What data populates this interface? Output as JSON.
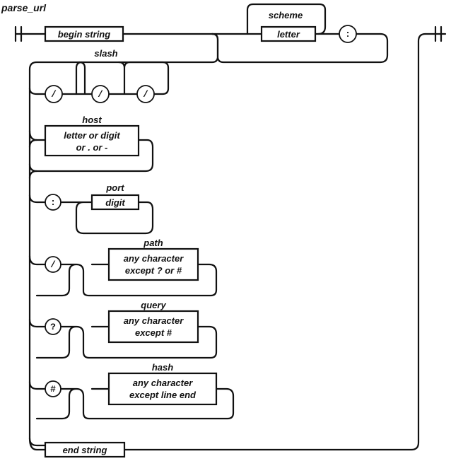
{
  "diagram": {
    "title": "parse_url",
    "begin": "begin string",
    "end": "end string",
    "scheme": {
      "label": "scheme",
      "box": "letter",
      "terminal": ":"
    },
    "slash": {
      "label": "slash",
      "terminals": [
        "/",
        "/",
        "/"
      ]
    },
    "host": {
      "label": "host",
      "line1": "letter or digit",
      "line2": "or . or -"
    },
    "port": {
      "label": "port",
      "terminal": ":",
      "box": "digit"
    },
    "path": {
      "label": "path",
      "terminal": "/",
      "line1": "any character",
      "line2": "except ? or #"
    },
    "query": {
      "label": "query",
      "terminal": "?",
      "line1": "any character",
      "line2": "except #"
    },
    "hash": {
      "label": "hash",
      "terminal": "#",
      "line1": "any character",
      "line2": "except line end"
    }
  }
}
